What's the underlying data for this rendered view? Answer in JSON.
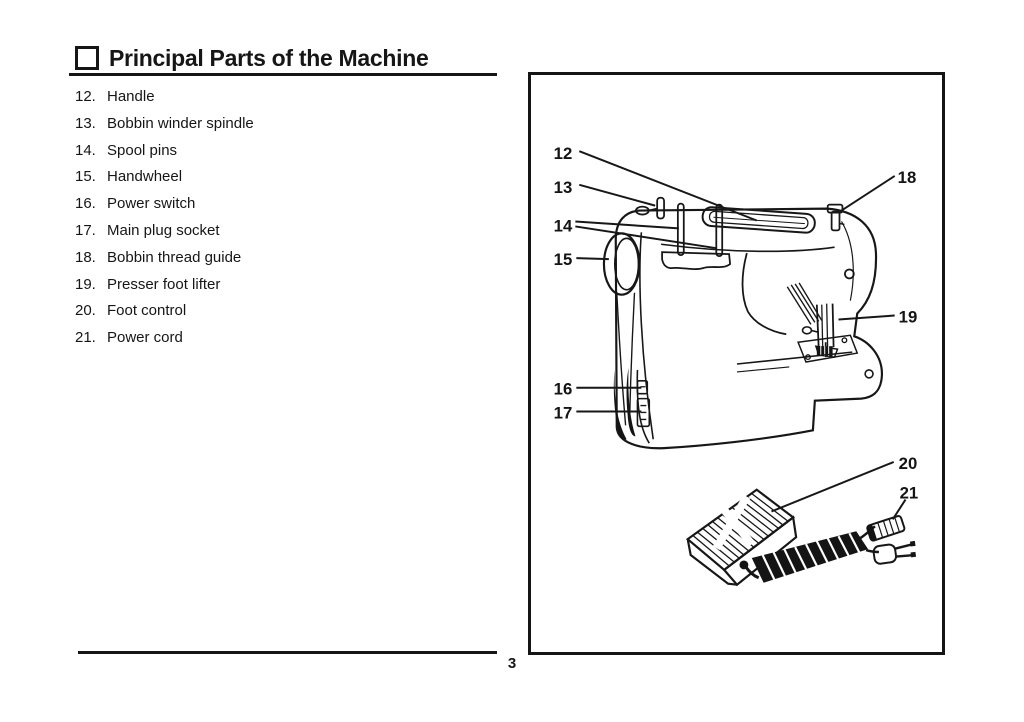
{
  "header": {
    "title": "Principal Parts of the Machine"
  },
  "parts_list": {
    "items": [
      {
        "number": "12.",
        "label": "Handle"
      },
      {
        "number": "13.",
        "label": "Bobbin winder spindle"
      },
      {
        "number": "14.",
        "label": "Spool pins"
      },
      {
        "number": "15.",
        "label": "Handwheel"
      },
      {
        "number": "16.",
        "label": "Power switch"
      },
      {
        "number": "17.",
        "label": "Main plug socket"
      },
      {
        "number": "18.",
        "label": "Bobbin thread guide"
      },
      {
        "number": "19.",
        "label": "Presser foot lifter"
      },
      {
        "number": "20.",
        "label": "Foot control"
      },
      {
        "number": "21.",
        "label": "Power cord"
      }
    ]
  },
  "diagram": {
    "description": "Rear view line drawing of sewing machine with foot control and power cord",
    "callouts": {
      "c12": "12",
      "c13": "13",
      "c14": "14",
      "c15": "15",
      "c16": "16",
      "c17": "17",
      "c18": "18",
      "c19": "19",
      "c20": "20",
      "c21": "21"
    }
  },
  "page": {
    "number": "3"
  },
  "colors": {
    "ink": "#161616",
    "paper": "#ffffff"
  }
}
